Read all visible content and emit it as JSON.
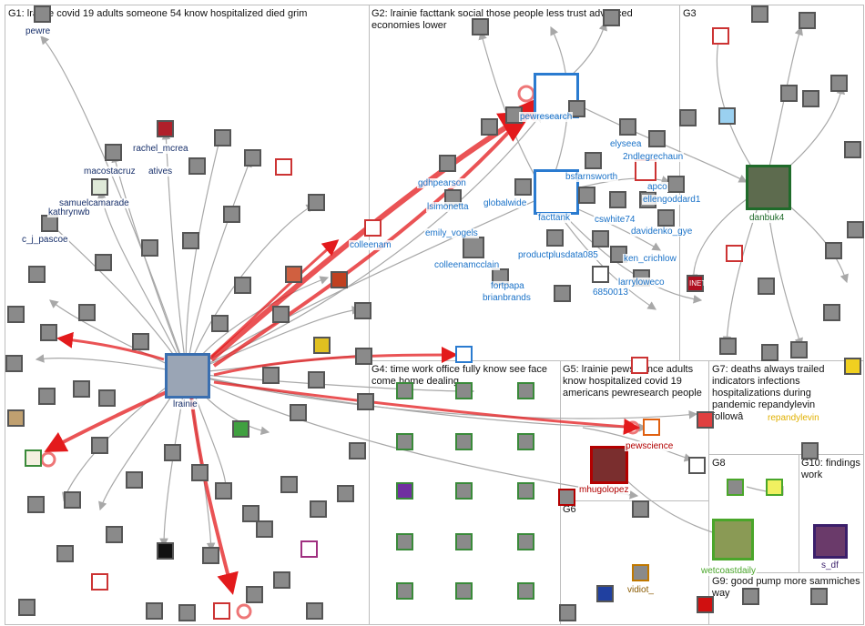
{
  "groups": [
    {
      "id": "G1",
      "title": "G1: lrainie covid 19 adults someone 54 know hospitalized died grim"
    },
    {
      "id": "G2",
      "title": "G2: lrainie facttank social those people less trust advanced economies lower"
    },
    {
      "id": "G3",
      "title": "G3"
    },
    {
      "id": "G4",
      "title": "G4: time work office fully know see face come home dealing"
    },
    {
      "id": "G5",
      "title": "G5: lrainie pewscience adults know hospitalized covid 19 americans pewresearch people"
    },
    {
      "id": "G6",
      "title": "G6"
    },
    {
      "id": "G7",
      "title": "G7: deaths always trailed indicators infections hospitalizations during pandemic repandylevin followâ"
    },
    {
      "id": "G8",
      "title": "G8"
    },
    {
      "id": "G9",
      "title": "G9: good pump more sammiches way"
    },
    {
      "id": "G10",
      "title": "G10: findings work"
    }
  ],
  "labels": {
    "pewre": "pewre",
    "rachel_mcrea": "rachel_mcrea",
    "macostacruz": "macostacruz",
    "atives": "atives",
    "samuelcamarade": "samuelcamarade",
    "kathrynwb": "kathrynwb",
    "c_j_pascoe": "c_j_pascoe",
    "lrainie": "lrainie",
    "pewresearch": "pewresearch",
    "gdhpearson": "gdhpearson",
    "lsimonetta": "lsimonetta",
    "globalwide": "globalwide",
    "colleenam": "colleenam",
    "emily_vogels": "emily_vogels",
    "colleenamcclain": "colleenamcclain",
    "facttank": "facttank",
    "elyseea": "elyseea",
    "2ndlegrechaun": "2ndlegrechaun",
    "bsfarnsworth": "bsfarnsworth",
    "apco": "apco",
    "ellengoddard1": "ellengoddard1",
    "cswhite74": "cswhite74",
    "davidenko_gye": "davidenko_gye",
    "productplusdata085": "productplusdata085",
    "ken_crichlow": "ken_crichlow",
    "fortpapa": "fortpapa",
    "larryloweco": "larryloweco",
    "6850013": "6850013",
    "brianbrands": "brianbrands",
    "danbuk4": "danbuk4",
    "pewscience": "pewscience",
    "mhugolopez": "mhugolopez",
    "repandylevin": "repandylevin",
    "wetcoastdaily": "wetcoastdaily",
    "s_df": "s_df",
    "vidiot_": "vidiot_",
    "inet": "INET"
  },
  "colors": {
    "border": "#bdbdbd",
    "edge": "#a8a8a8",
    "edge_red": "#e31a1c",
    "g1_label": "#18306b",
    "g2_label": "#1a72c8",
    "g3_label": "#1f6b2a",
    "g5_label": "#b30000"
  }
}
